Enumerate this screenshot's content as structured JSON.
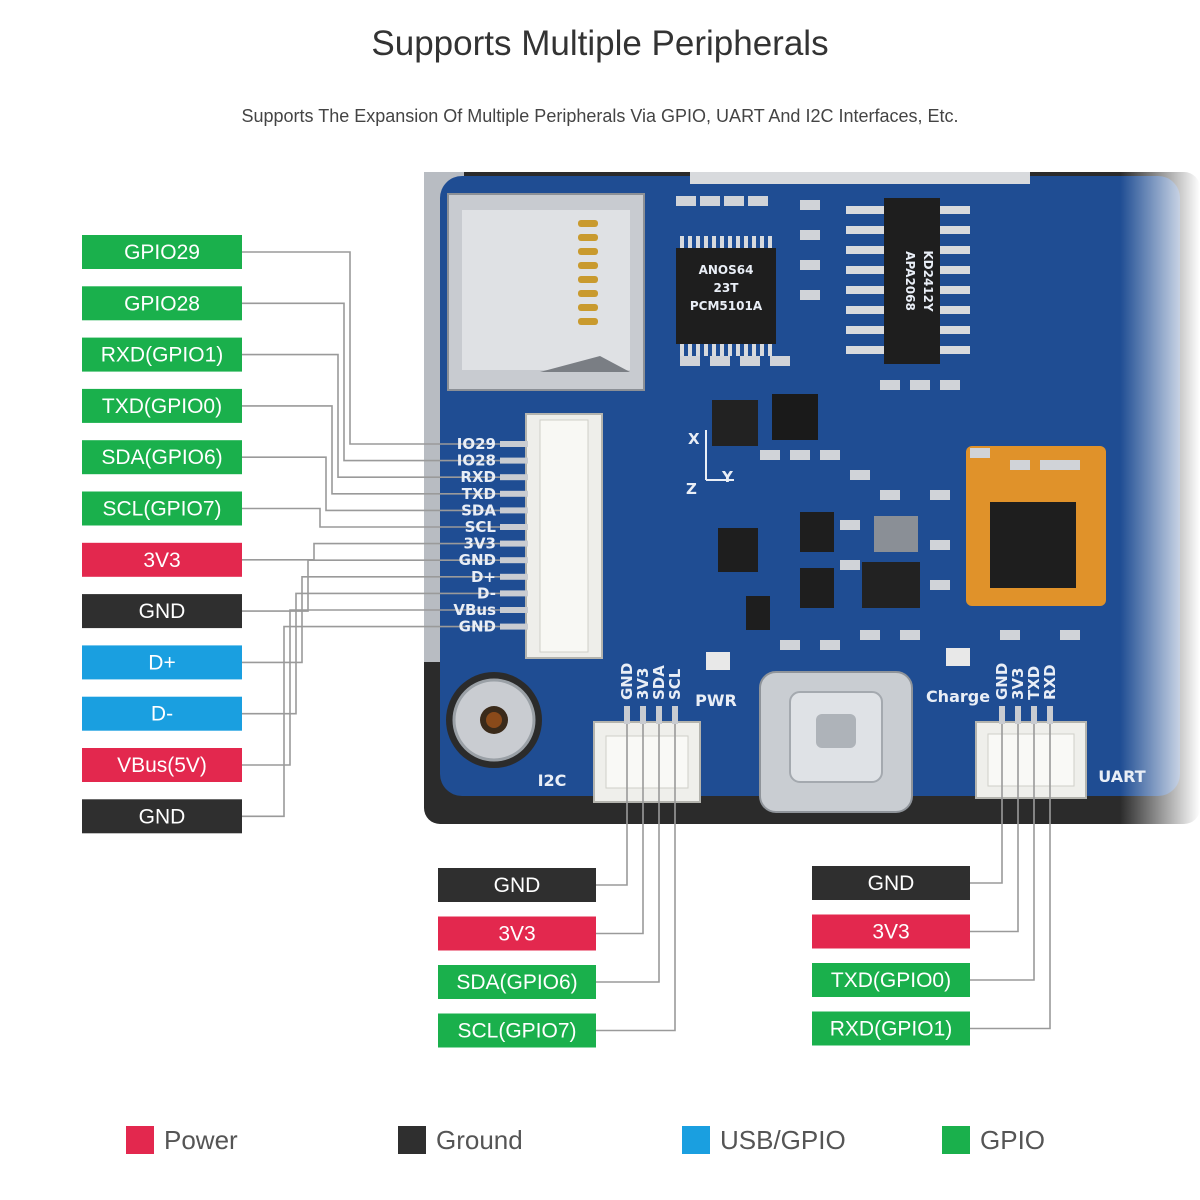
{
  "title": "Supports Multiple Peripherals",
  "subtitle": "Supports The Expansion Of Multiple Peripherals Via GPIO, UART And I2C Interfaces, Etc.",
  "colors": {
    "power": "#e3284e",
    "ground": "#2f2f2f",
    "usb_gpio": "#1a9fe0",
    "gpio": "#1ab04c",
    "pcb": "#1f4d93",
    "wire": "#9a9a9a"
  },
  "left_labels": [
    {
      "text": "GPIO29",
      "kind": "gpio"
    },
    {
      "text": "GPIO28",
      "kind": "gpio"
    },
    {
      "text": "RXD(GPIO1)",
      "kind": "gpio"
    },
    {
      "text": "TXD(GPIO0)",
      "kind": "gpio"
    },
    {
      "text": "SDA(GPIO6)",
      "kind": "gpio"
    },
    {
      "text": "SCL(GPIO7)",
      "kind": "gpio"
    },
    {
      "text": "3V3",
      "kind": "power"
    },
    {
      "text": "GND",
      "kind": "ground"
    },
    {
      "text": "D+",
      "kind": "usb_gpio"
    },
    {
      "text": "D-",
      "kind": "usb_gpio"
    },
    {
      "text": "VBus(5V)",
      "kind": "power"
    },
    {
      "text": "GND",
      "kind": "ground"
    }
  ],
  "header_pins": [
    "IO29",
    "IO28",
    "RXD",
    "TXD",
    "SDA",
    "SCL",
    "3V3",
    "GND",
    "D+",
    "D-",
    "VBus",
    "GND"
  ],
  "i2c": {
    "name": "I2C",
    "pins": [
      "GND",
      "3V3",
      "SDA",
      "SCL"
    ],
    "labels": [
      {
        "text": "GND",
        "kind": "ground"
      },
      {
        "text": "3V3",
        "kind": "power"
      },
      {
        "text": "SDA(GPIO6)",
        "kind": "gpio"
      },
      {
        "text": "SCL(GPIO7)",
        "kind": "gpio"
      }
    ]
  },
  "uart": {
    "name": "UART",
    "pins": [
      "GND",
      "3V3",
      "TXD",
      "RXD"
    ],
    "labels": [
      {
        "text": "GND",
        "kind": "ground"
      },
      {
        "text": "3V3",
        "kind": "power"
      },
      {
        "text": "TXD(GPIO0)",
        "kind": "gpio"
      },
      {
        "text": "RXD(GPIO1)",
        "kind": "gpio"
      }
    ]
  },
  "board_marks": {
    "pwr": "PWR",
    "charge": "Charge",
    "axis_x": "X",
    "axis_y": "Y",
    "axis_z": "Z",
    "chip1": [
      "ANOS64",
      "23T",
      "PCM5101A"
    ],
    "chip2": [
      "APA2068",
      "KD2412Y"
    ]
  },
  "legend": [
    {
      "label": "Power",
      "kind": "power"
    },
    {
      "label": "Ground",
      "kind": "ground"
    },
    {
      "label": "USB/GPIO",
      "kind": "usb_gpio"
    },
    {
      "label": "GPIO",
      "kind": "gpio"
    }
  ]
}
